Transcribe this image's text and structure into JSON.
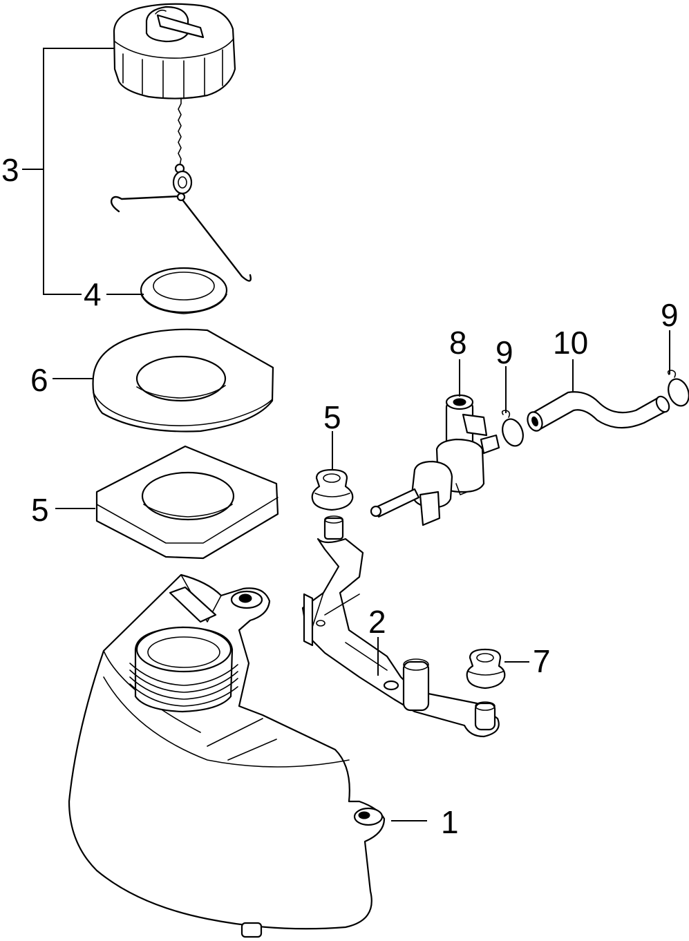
{
  "callouts": [
    {
      "id": "part-1",
      "label": "1"
    },
    {
      "id": "part-2",
      "label": "2"
    },
    {
      "id": "part-3",
      "label": "3"
    },
    {
      "id": "part-4",
      "label": "4"
    },
    {
      "id": "part-5a",
      "label": "5"
    },
    {
      "id": "part-5b",
      "label": "5"
    },
    {
      "id": "part-6",
      "label": "6"
    },
    {
      "id": "part-7",
      "label": "7"
    },
    {
      "id": "part-8",
      "label": "8"
    },
    {
      "id": "part-9a",
      "label": "9"
    },
    {
      "id": "part-9b",
      "label": "9"
    },
    {
      "id": "part-10",
      "label": "10"
    }
  ],
  "colors": {
    "line": "#000000",
    "background": "#ffffff"
  }
}
